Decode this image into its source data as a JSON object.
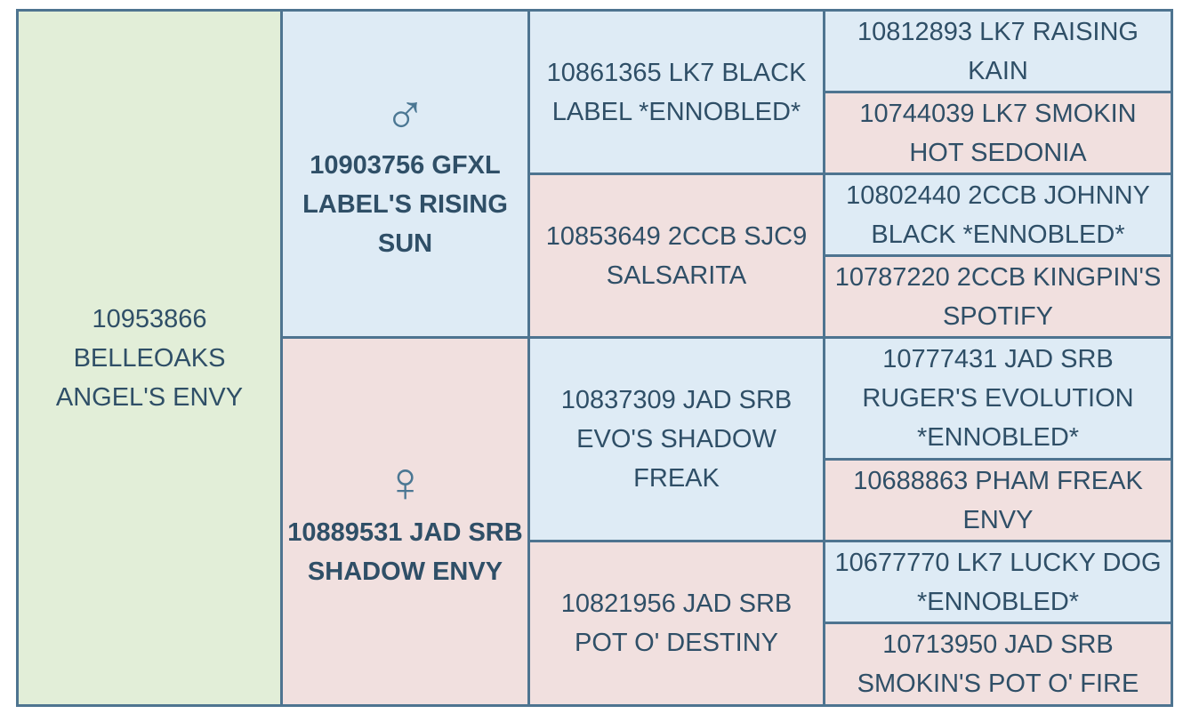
{
  "subject": {
    "name": "10953866 BELLEOAKS ANGEL'S ENVY"
  },
  "sire": {
    "symbol": "♂",
    "name": "10903756 GFXL LABEL'S RISING SUN"
  },
  "dam": {
    "symbol": "♀",
    "name": "10889531 JAD SRB SHADOW ENVY"
  },
  "grandparents": [
    "10861365 LK7 BLACK LABEL *ENNOBLED*",
    "10853649 2CCB SJC9 SALSARITA",
    "10837309 JAD SRB EVO'S SHADOW FREAK",
    "10821956 JAD SRB POT O' DESTINY"
  ],
  "great_grandparents": [
    "10812893 LK7 RAISING KAIN",
    "10744039 LK7 SMOKIN HOT SEDONIA",
    "10802440 2CCB JOHNNY BLACK *ENNOBLED*",
    "10787220 2CCB KINGPIN'S SPOTIFY",
    "10777431 JAD SRB RUGER'S EVOLUTION *ENNOBLED*",
    "10688863 PHAM FREAK ENVY",
    "10677770 LK7 LUCKY DOG *ENNOBLED*",
    "10713950 JAD SRB SMOKIN'S POT O' FIRE"
  ],
  "colors": {
    "border": "#4e7490",
    "subject_bg": "#e2eed8",
    "male_bg": "#deebf5",
    "female_bg": "#f1e0df",
    "text": "#2f4f67"
  }
}
